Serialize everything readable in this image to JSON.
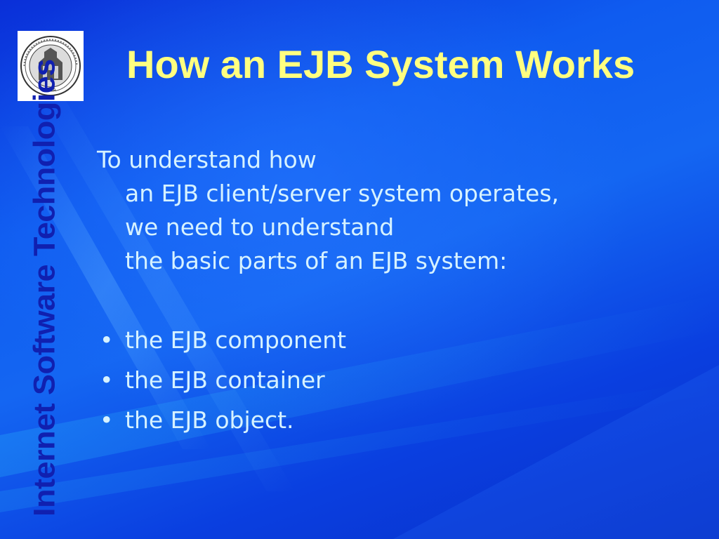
{
  "slide": {
    "title": "How an EJB System Works",
    "sidebar_label": "Internet Software Technologies",
    "logo": {
      "icon": "university-seal-icon",
      "text": "PISA"
    },
    "intro": [
      "To understand how",
      "an EJB client/server system operates,",
      "we need to understand",
      "the basic parts of an EJB system:"
    ],
    "bullet_glyph": "•",
    "bullets": [
      "the EJB component",
      "the EJB container",
      "the EJB object."
    ],
    "colors": {
      "title": "#ffff80",
      "body_text": "#d6f2ff",
      "sidebar_text": "#1020b0",
      "background": "#0f5cf0"
    }
  }
}
